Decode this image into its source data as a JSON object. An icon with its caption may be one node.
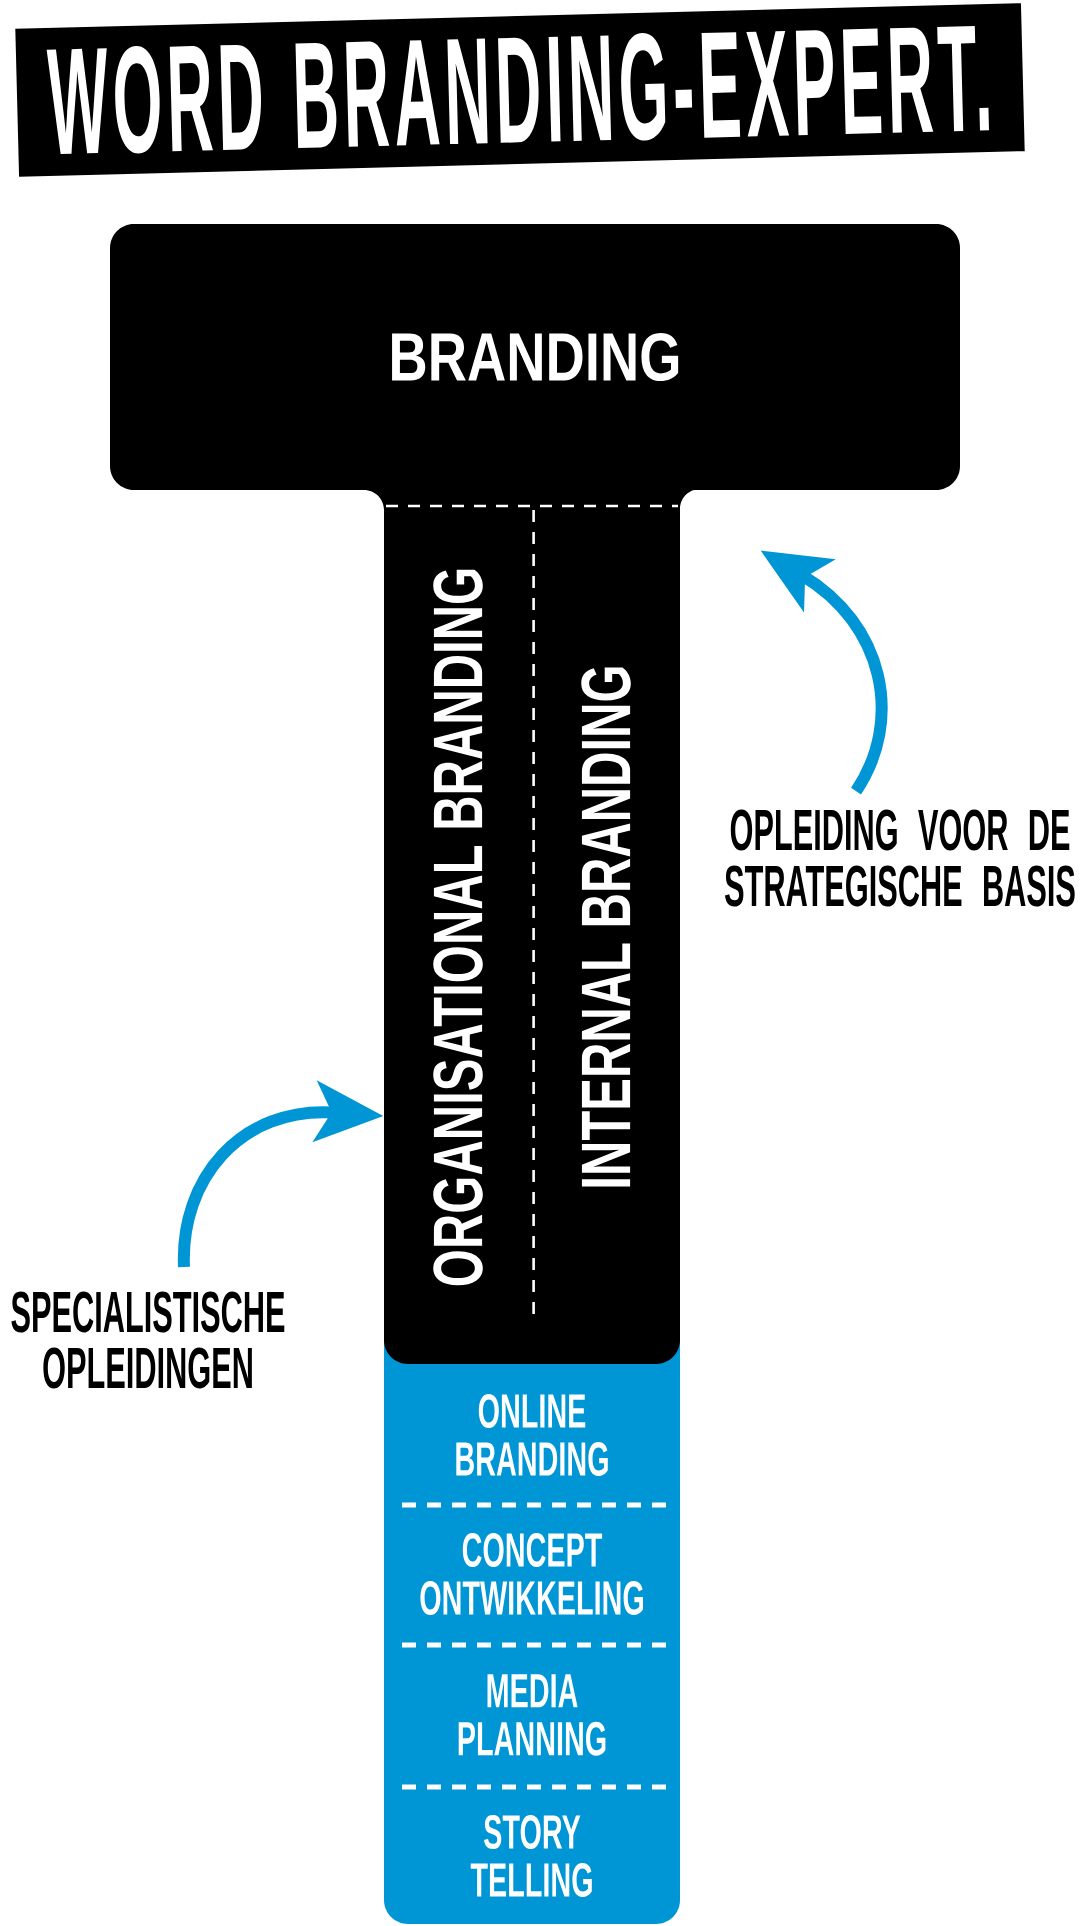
{
  "diagram": {
    "title": "WORD BRANDING-EXPERT.",
    "nodes": [
      {
        "text": [
          "BRANDING"
        ]
      },
      {
        "text": [
          "ORGANISATIONAL BRANDING"
        ]
      },
      {
        "text": [
          "INTERNAL BRANDING"
        ]
      },
      {
        "text": [
          "OPLEIDING VOOR DE STRATEGISCHE BASIS"
        ]
      },
      {
        "text": [
          "SPECIALISTISCHE OPLEIDINGEN"
        ]
      },
      {
        "text": [
          "ONLINE BRANDING"
        ]
      },
      {
        "text": [
          "CONCEPT ONTWIKKELING"
        ]
      },
      {
        "text": [
          "MEDIA PLANNING"
        ]
      },
      {
        "text": [
          "STORY TELLING"
        ]
      }
    ],
    "edges": [
      {
        "from": 3,
        "to": 0,
        "arrow": "to"
      },
      {
        "from": 4,
        "to": 1,
        "arrow": "to"
      }
    ]
  }
}
